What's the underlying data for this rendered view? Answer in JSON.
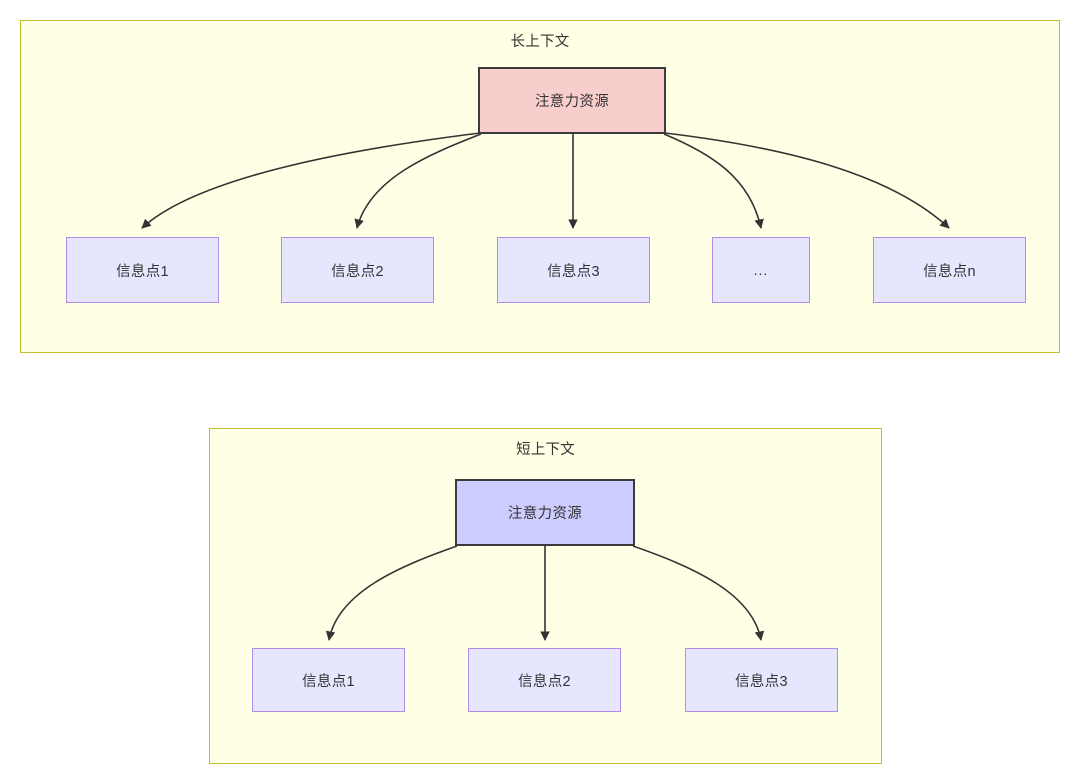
{
  "diagram": {
    "type": "flow-diagram",
    "background": "#ffffff",
    "colors": {
      "group_fill": "#ffffe6",
      "group_border": "#bfbf30",
      "attention_long_fill": "#f8cecc",
      "attention_short_fill": "#ccccff",
      "strong_border": "#3b3b3b",
      "info_fill": "#e6e6ff",
      "info_border": "#b18cea",
      "edge": "#333333",
      "text": "#333333"
    },
    "groups": [
      {
        "id": "long-context",
        "title": "长上下文",
        "root": {
          "id": "attention-long",
          "label": "注意力资源"
        },
        "children": [
          {
            "id": "info-long-1",
            "label": "信息点1"
          },
          {
            "id": "info-long-2",
            "label": "信息点2"
          },
          {
            "id": "info-long-3",
            "label": "信息点3"
          },
          {
            "id": "info-long-ellipsis",
            "label": "..."
          },
          {
            "id": "info-long-n",
            "label": "信息点n"
          }
        ]
      },
      {
        "id": "short-context",
        "title": "短上下文",
        "root": {
          "id": "attention-short",
          "label": "注意力资源"
        },
        "children": [
          {
            "id": "info-short-1",
            "label": "信息点1"
          },
          {
            "id": "info-short-2",
            "label": "信息点2"
          },
          {
            "id": "info-short-3",
            "label": "信息点3"
          }
        ]
      }
    ],
    "edges": {
      "arrowhead": "filled-triangle",
      "style": "curved"
    }
  }
}
